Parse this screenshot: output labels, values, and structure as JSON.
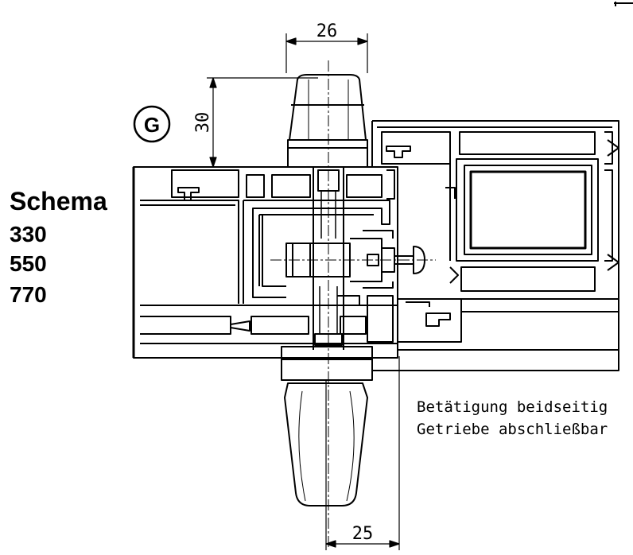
{
  "marker": "G",
  "schema": {
    "title": "Schema",
    "codes": [
      "330",
      "550",
      "770"
    ]
  },
  "dimensions": {
    "top_width": "26",
    "height": "30",
    "bottom_width": "25"
  },
  "notes": {
    "line1": "Betätigung beidseitig",
    "line2": "Getriebe abschließbar"
  }
}
